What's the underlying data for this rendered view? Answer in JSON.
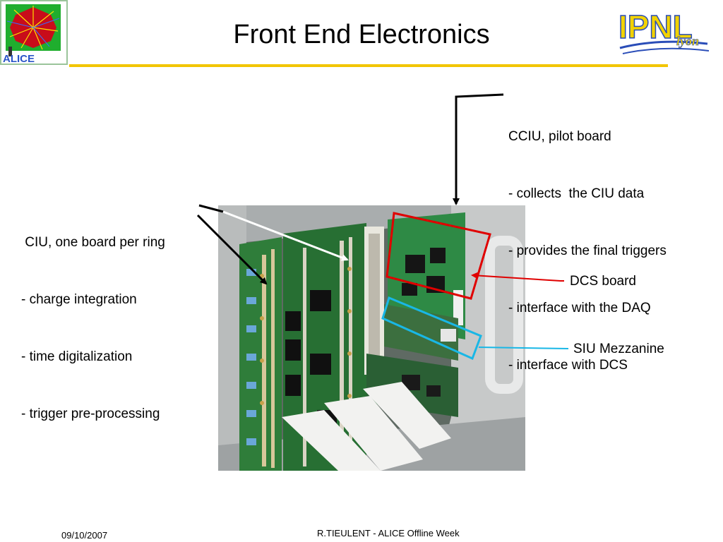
{
  "slide": {
    "title": "Front End Electronics",
    "colors": {
      "rule": "#f2c500",
      "dcs_box": "#e00000",
      "siu_box": "#19b7e6",
      "arrows": "#000000",
      "white_arrow": "#ffffff"
    }
  },
  "logos": {
    "left": {
      "icon": "alice-logo",
      "text": "ALICE"
    },
    "right": {
      "icon": "ipnl-logo",
      "text": "IPNL",
      "sub": "lyon"
    }
  },
  "annotations": {
    "cciu": {
      "heading": "CCIU, pilot board",
      "items": [
        "- collects  the CIU data",
        "- provides the final triggers",
        "- interface with the DAQ",
        "- interface with DCS"
      ]
    },
    "ciu": {
      "heading": " CIU, one board per ring",
      "items": [
        "- charge integration",
        "- time digitalization",
        "- trigger pre-processing"
      ]
    },
    "dcs": "DCS board",
    "siu": "SIU Mezzanine"
  },
  "photo": {
    "icon": "electronics-crate-photo"
  },
  "footer": {
    "date": "09/10/2007",
    "author": "R.TIEULENT - ALICE Offline Week"
  }
}
